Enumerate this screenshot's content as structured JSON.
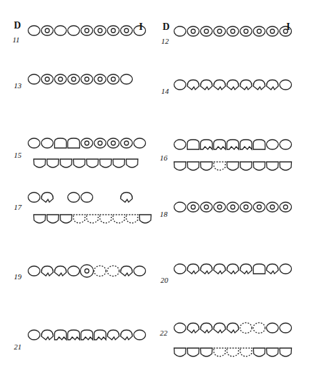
{
  "diagram": {
    "labels": [
      "D",
      "11",
      "I",
      "D",
      "12",
      "I",
      "13",
      "14",
      "15",
      "16",
      "17",
      "18",
      "19",
      "20",
      "21",
      "22"
    ]
  }
}
